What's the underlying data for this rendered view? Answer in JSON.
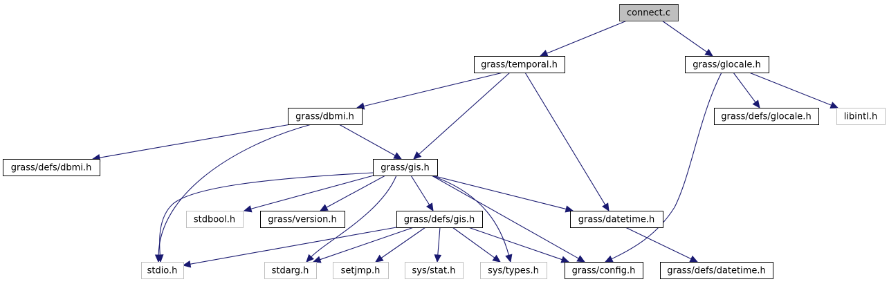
{
  "diagram": {
    "type": "include-dependency-graph",
    "colors": {
      "edge": "#191970",
      "root_fill": "#bfbfbf",
      "root_border": "#404040",
      "documented_border": "#000000",
      "external_border": "#bfbfbf",
      "node_fill": "#ffffff"
    },
    "nodes": [
      {
        "id": "connect_c",
        "label": "connect.c",
        "kind": "root"
      },
      {
        "id": "temporal_h",
        "label": "grass/temporal.h",
        "kind": "documented"
      },
      {
        "id": "glocale_h",
        "label": "grass/glocale.h",
        "kind": "documented"
      },
      {
        "id": "dbmi_h",
        "label": "grass/dbmi.h",
        "kind": "documented"
      },
      {
        "id": "defs_glocale_h",
        "label": "grass/defs/glocale.h",
        "kind": "documented"
      },
      {
        "id": "libintl_h",
        "label": "libintl.h",
        "kind": "external"
      },
      {
        "id": "defs_dbmi_h",
        "label": "grass/defs/dbmi.h",
        "kind": "documented"
      },
      {
        "id": "gis_h",
        "label": "grass/gis.h",
        "kind": "documented"
      },
      {
        "id": "stdbool_h",
        "label": "stdbool.h",
        "kind": "external"
      },
      {
        "id": "version_h",
        "label": "grass/version.h",
        "kind": "documented"
      },
      {
        "id": "defs_gis_h",
        "label": "grass/defs/gis.h",
        "kind": "documented"
      },
      {
        "id": "datetime_h",
        "label": "grass/datetime.h",
        "kind": "documented"
      },
      {
        "id": "stdio_h",
        "label": "stdio.h",
        "kind": "external"
      },
      {
        "id": "stdarg_h",
        "label": "stdarg.h",
        "kind": "external"
      },
      {
        "id": "setjmp_h",
        "label": "setjmp.h",
        "kind": "external"
      },
      {
        "id": "sys_stat_h",
        "label": "sys/stat.h",
        "kind": "external"
      },
      {
        "id": "sys_types_h",
        "label": "sys/types.h",
        "kind": "external"
      },
      {
        "id": "config_h",
        "label": "grass/config.h",
        "kind": "documented"
      },
      {
        "id": "defs_datetime_h",
        "label": "grass/defs/datetime.h",
        "kind": "documented"
      }
    ],
    "edges": [
      {
        "from": "connect_c",
        "to": "temporal_h"
      },
      {
        "from": "connect_c",
        "to": "glocale_h"
      },
      {
        "from": "temporal_h",
        "to": "dbmi_h"
      },
      {
        "from": "temporal_h",
        "to": "gis_h"
      },
      {
        "from": "temporal_h",
        "to": "datetime_h"
      },
      {
        "from": "glocale_h",
        "to": "defs_glocale_h"
      },
      {
        "from": "glocale_h",
        "to": "libintl_h"
      },
      {
        "from": "glocale_h",
        "to": "config_h"
      },
      {
        "from": "dbmi_h",
        "to": "defs_dbmi_h"
      },
      {
        "from": "dbmi_h",
        "to": "gis_h"
      },
      {
        "from": "dbmi_h",
        "to": "stdio_h"
      },
      {
        "from": "gis_h",
        "to": "stdio_h"
      },
      {
        "from": "gis_h",
        "to": "stdbool_h"
      },
      {
        "from": "gis_h",
        "to": "version_h"
      },
      {
        "from": "gis_h",
        "to": "stdarg_h"
      },
      {
        "from": "gis_h",
        "to": "defs_gis_h"
      },
      {
        "from": "gis_h",
        "to": "sys_types_h"
      },
      {
        "from": "gis_h",
        "to": "config_h"
      },
      {
        "from": "gis_h",
        "to": "datetime_h"
      },
      {
        "from": "defs_gis_h",
        "to": "stdio_h"
      },
      {
        "from": "defs_gis_h",
        "to": "stdarg_h"
      },
      {
        "from": "defs_gis_h",
        "to": "setjmp_h"
      },
      {
        "from": "defs_gis_h",
        "to": "sys_stat_h"
      },
      {
        "from": "defs_gis_h",
        "to": "sys_types_h"
      },
      {
        "from": "defs_gis_h",
        "to": "config_h"
      },
      {
        "from": "datetime_h",
        "to": "defs_datetime_h"
      }
    ]
  }
}
